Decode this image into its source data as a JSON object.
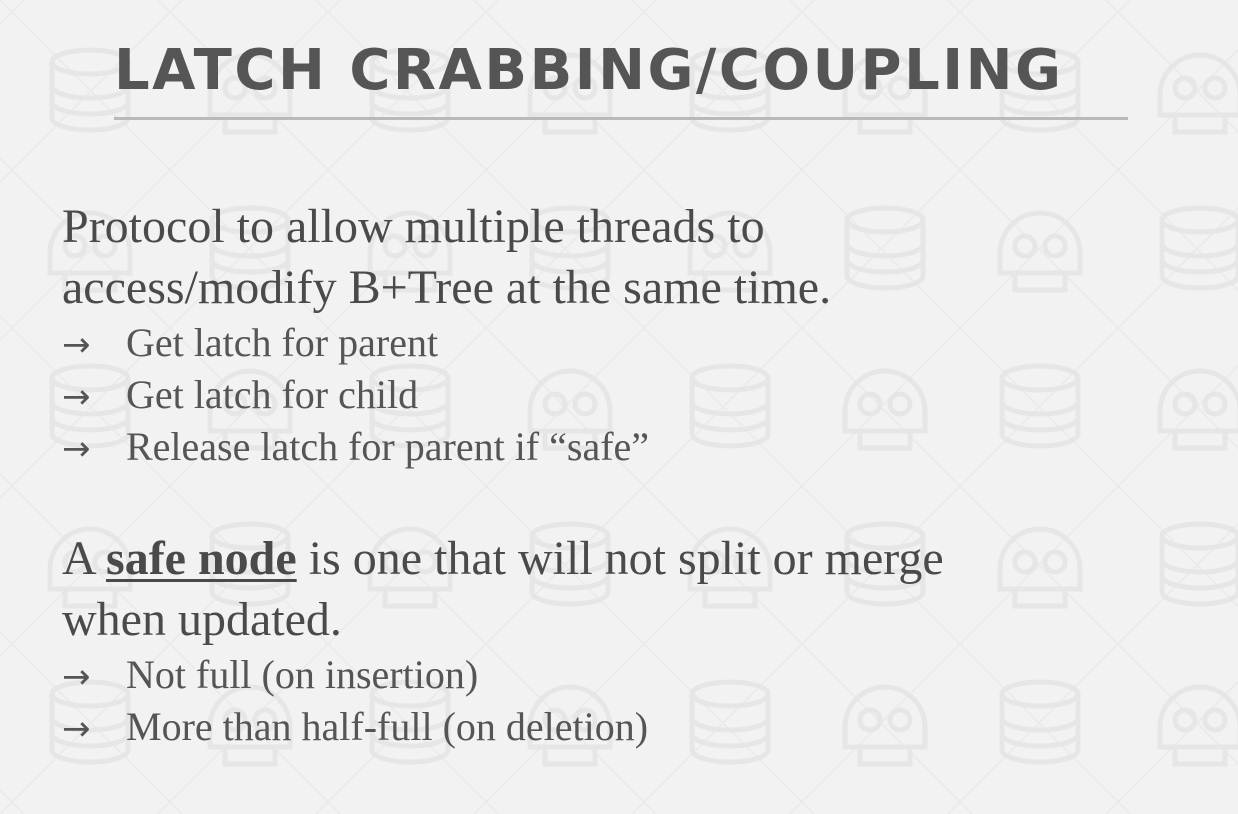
{
  "slide": {
    "title": "LATCH CRABBING/COUPLING",
    "background_icons": [
      "database-icon",
      "skull-icon"
    ],
    "colors": {
      "background": "#f2f2f2",
      "title": "#555555",
      "rule": "#b9b9b9",
      "text": "#4a4a4a"
    }
  },
  "block1": {
    "line1": "Protocol to allow multiple threads to",
    "line2": "access/modify B+Tree at the same time.",
    "arrow": "→",
    "bullets": [
      "Get latch for parent",
      "Get latch for child",
      "Release latch for parent if “safe”"
    ]
  },
  "block2": {
    "prefix": "A ",
    "term": "safe node",
    "suffix": " is one that will not split or merge",
    "line2": "when updated.",
    "arrow": "→",
    "bullets": [
      "Not full (on insertion)",
      "More than half-full (on deletion)"
    ]
  }
}
